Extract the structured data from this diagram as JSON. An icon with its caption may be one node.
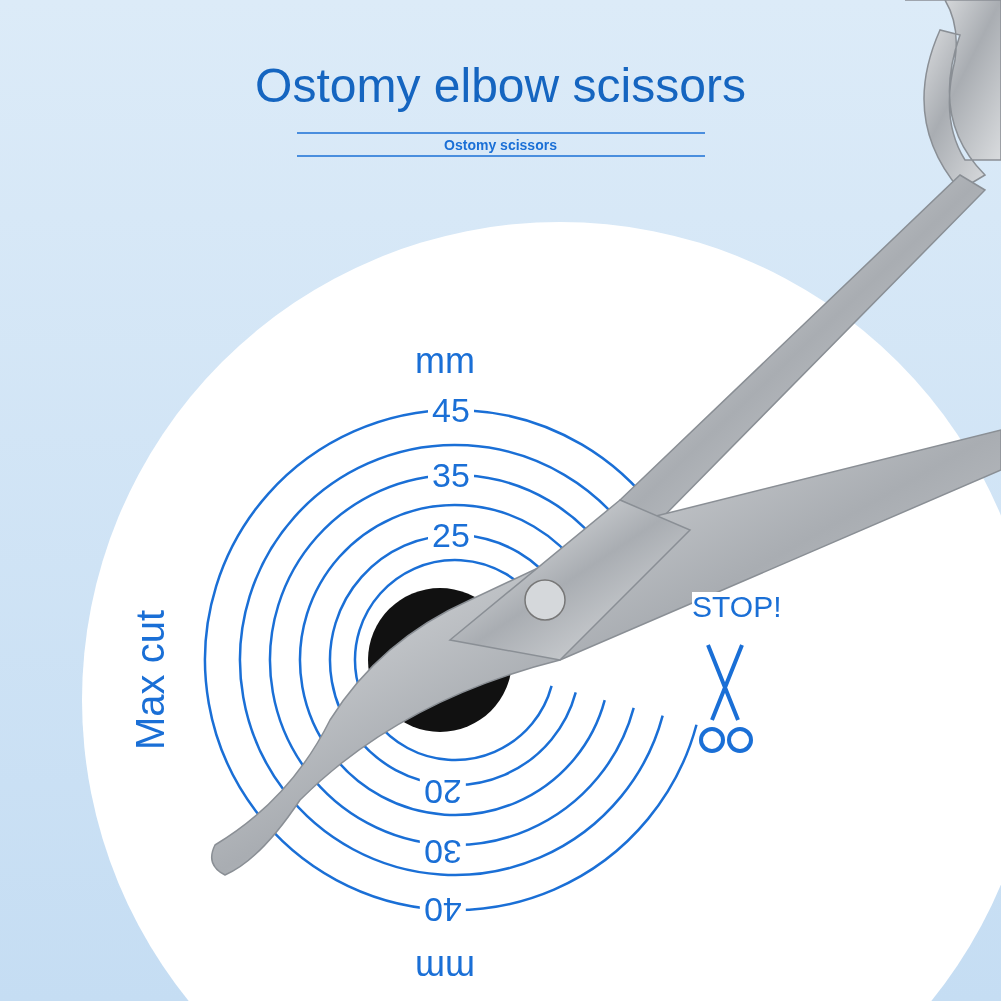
{
  "diagram": {
    "title": "Ostomy elbow scissors",
    "labels": [
      "Ostomy scissors",
      "mm",
      "45",
      "35",
      "25",
      "STOP!",
      "Max cut",
      "20",
      "30",
      "40",
      "mm"
    ]
  }
}
